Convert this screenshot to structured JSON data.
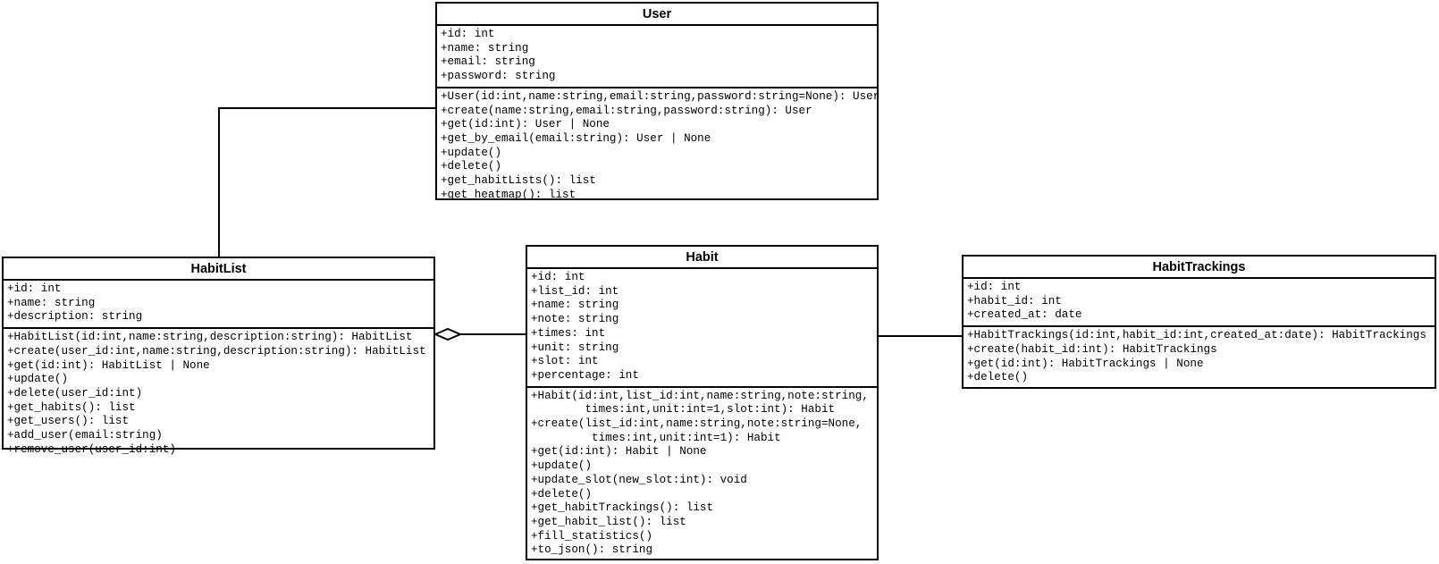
{
  "diagram": {
    "type": "uml-class-diagram",
    "background_color": "#ffffff",
    "line_color": "#000000",
    "text_color": "#000000",
    "classes": [
      {
        "title": "User",
        "attributes": [
          "+id: int",
          "+name: string",
          "+email: string",
          "+password: string"
        ],
        "methods": [
          "+User(id:int,name:string,email:string,password:string=None): User",
          "+create(name:string,email:string,password:string): User",
          "+get(id:int): User | None",
          "+get_by_email(email:string): User | None",
          "+update()",
          "+delete()",
          "+get_habitLists(): list",
          "+get_heatmap(): list"
        ]
      },
      {
        "title": "HabitList",
        "attributes": [
          "+id: int",
          "+name: string",
          "+description: string"
        ],
        "methods": [
          "+HabitList(id:int,name:string,description:string): HabitList",
          "+create(user_id:int,name:string,description:string): HabitList",
          "+get(id:int): HabitList | None",
          "+update()",
          "+delete(user_id:int)",
          "+get_habits(): list",
          "+get_users(): list",
          "+add_user(email:string)",
          "+remove_user(user_id:int)"
        ]
      },
      {
        "title": "Habit",
        "attributes": [
          "+id: int",
          "+list_id: int",
          "+name: string",
          "+note: string",
          "+times: int",
          "+unit: string",
          "+slot: int",
          "+percentage: int"
        ],
        "methods": [
          "+Habit(id:int,list_id:int,name:string,note:string,",
          "        times:int,unit:int=1,slot:int): Habit",
          "+create(list_id:int,name:string,note:string=None,",
          "         times:int,unit:int=1): Habit",
          "+get(id:int): Habit | None",
          "+update()",
          "+update_slot(new_slot:int): void",
          "+delete()",
          "+get_habitTrackings(): list",
          "+get_habit_list(): list",
          "+fill_statistics()",
          "+to_json(): string"
        ]
      },
      {
        "title": "HabitTrackings",
        "attributes": [
          "+id: int",
          "+habit_id: int",
          "+created_at: date"
        ],
        "methods": [
          "+HabitTrackings(id:int,habit_id:int,created_at:date): HabitTrackings",
          "+create(habit_id:int): HabitTrackings",
          "+get(id:int): HabitTrackings | None",
          "+delete()"
        ]
      }
    ],
    "relations": [
      {
        "from": "User",
        "to": "HabitList",
        "type": "association",
        "style": "plain-line"
      },
      {
        "from": "HabitList",
        "to": "Habit",
        "type": "aggregation",
        "diamond_end": "HabitList",
        "style": "hollow-diamond-line"
      },
      {
        "from": "Habit",
        "to": "HabitTrackings",
        "type": "association",
        "style": "plain-line"
      }
    ]
  }
}
